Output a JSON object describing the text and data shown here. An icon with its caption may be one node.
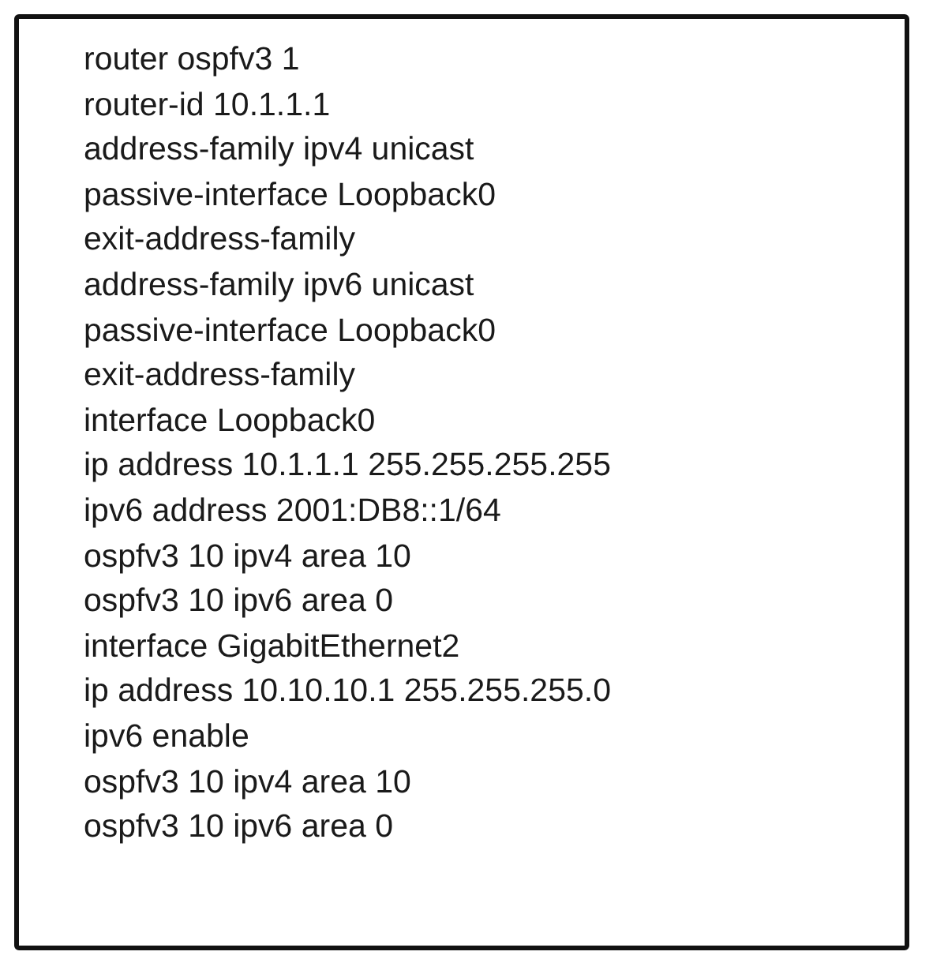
{
  "diagram": {
    "labels": [
      "router ospfv3 1",
      "router-id 10.1.1.1",
      "address-family ipv4 unicast",
      "passive-interface Loopback0",
      "exit-address-family",
      "address-family ipv6 unicast",
      "passive-interface Loopback0",
      "exit-address-family",
      "interface Loopback0",
      "ip address 10.1.1.1 255.255.255.255",
      "ipv6 address 2001:DB8::1/64",
      "ospfv3 10 ipv4 area 10",
      "ospfv3 10 ipv6 area 0",
      "interface GigabitEthernet2",
      "ip address 10.10.10.1 255.255.255.0",
      "ipv6 enable",
      "ospfv3 10 ipv4 area 10",
      "ospfv3 10 ipv6 area 0"
    ]
  }
}
